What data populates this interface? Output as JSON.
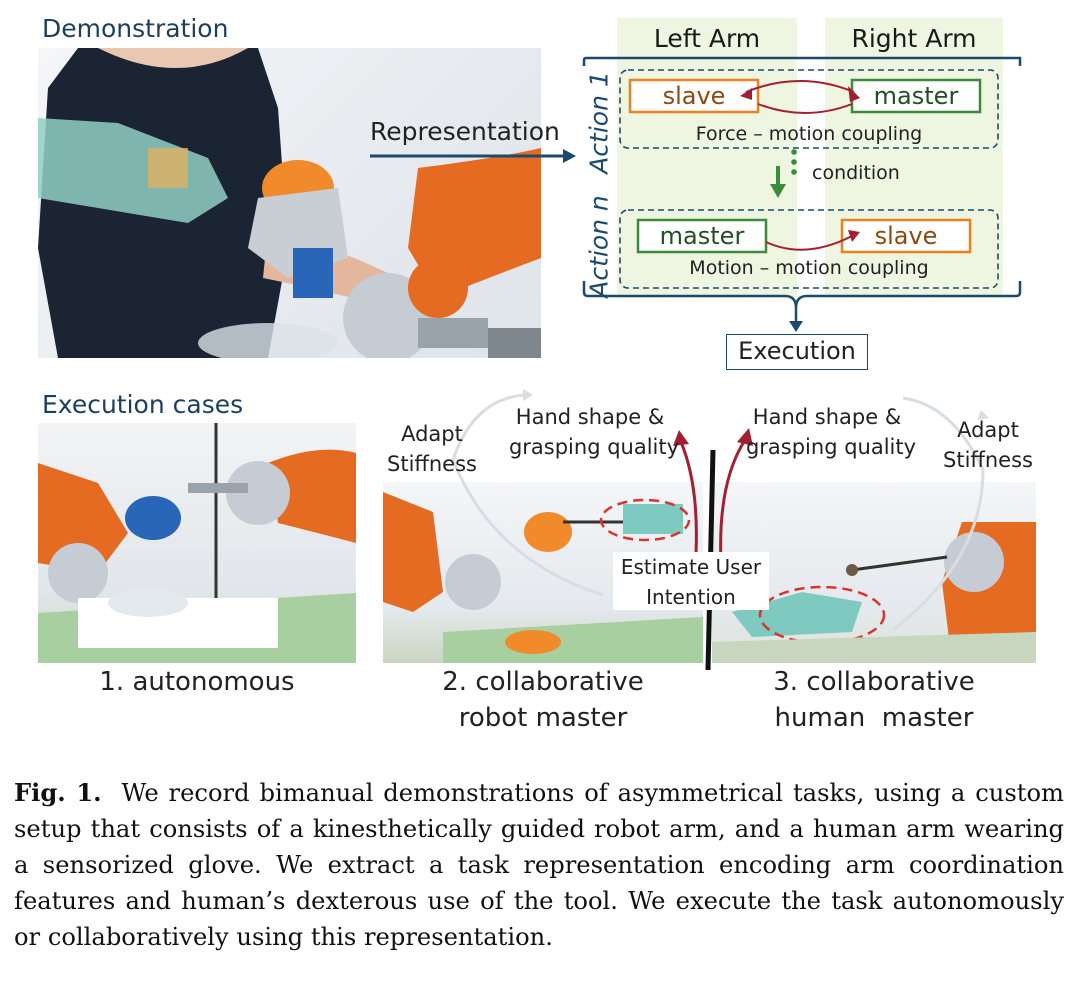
{
  "sections": {
    "demonstration": "Demonstration",
    "execution_cases": "Execution cases"
  },
  "diagram": {
    "representation_label": "Representation",
    "left_arm": "Left Arm",
    "right_arm": "Right Arm",
    "action_1": "Action 1",
    "action_n": "Action n",
    "slave_top": "slave",
    "master_top": "master",
    "coupling_top": "Force – motion coupling",
    "condition": "condition",
    "master_bottom": "master",
    "slave_bottom": "slave",
    "coupling_bottom": "Motion – motion coupling",
    "execution": "Execution"
  },
  "cases": {
    "case1": "1. autonomous",
    "case2_line1": "2. collaborative",
    "case2_line2": "robot master",
    "case3_line1": "3. collaborative",
    "case3_line2": "human  master"
  },
  "annotations": {
    "adapt_left_1": "Adapt",
    "adapt_left_2": "Stiffness",
    "hand_left_1": "Hand shape &",
    "hand_left_2": "grasping quality",
    "hand_right_1": "Hand shape &",
    "hand_right_2": "grasping quality",
    "adapt_right_1": "Adapt",
    "adapt_right_2": "Stiffness",
    "estimate_1": "Estimate User",
    "estimate_2": "Intention"
  },
  "caption": {
    "label": "Fig. 1.",
    "text": "We record bimanual demonstrations of asymmetrical tasks, using a custom setup that consists of a kinesthetically guided robot arm, and a human arm wearing a sensorized glove. We extract a task representation encoding arm coordination features and human’s dexterous use of the tool. We execute the task autonomously or collaboratively using this representation."
  },
  "colors": {
    "accent_blue": "#1c4a6e",
    "slave_orange": "#e8821e",
    "master_green": "#3c8a3c",
    "coupling_red": "#a42030",
    "panel_green": "#eef5e1",
    "robot_orange": "#e56a22"
  }
}
